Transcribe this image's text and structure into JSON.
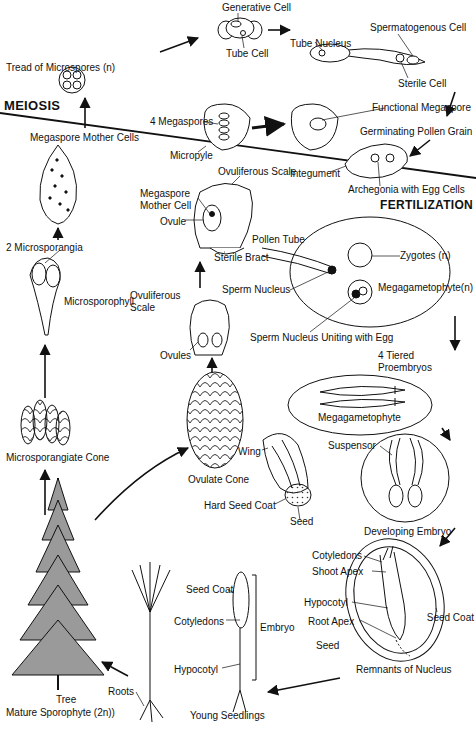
{
  "diagram": {
    "labels": [
      "Generative Cell",
      "Spermatogenous Cell",
      "Tube Nucleus",
      "Tube Cell",
      "Tread of Microspores (n)",
      "Sterile Cell",
      "MEIOSIS",
      "Functional Megaspore",
      "4 Megaspores",
      "Megaspore Mother Cells",
      "Germinating Pollen Grain",
      "Micropyle",
      "Ovuliferous Scale",
      "Integument",
      "Archegonia with Egg Cells",
      "FERTILIZATION",
      "Megaspore Mother Cell",
      "Ovule",
      "Sterile Bract",
      "Pollen Tube",
      "Zygotes (n)",
      "2 Microsporangia",
      "Sperm Nucleus",
      "Megagametophyte(n)",
      "Microsporophyll",
      "Ovuliferous Scale",
      "Sperm Nucleus Uniting with Egg",
      "Ovules",
      "4 Tiered Proembryos",
      "Megagametophyte",
      "Suspensor",
      "Wing",
      "Microsporangiate Cone",
      "Ovulate Cone",
      "Hard Seed Coat",
      "Seed",
      "Developing Embryo",
      "Cotyledons",
      "Shoot Apex",
      "Seed Coat",
      "Hypocotyl",
      "Seed Coat",
      "Root Apex",
      "Cotyledons",
      "Embryo",
      "Seed",
      "Remnants of Nucleus",
      "Hypocotyl",
      "Tree",
      "Roots",
      "Young Seedlings",
      "Mature Sporophyte (2n))"
    ]
  }
}
